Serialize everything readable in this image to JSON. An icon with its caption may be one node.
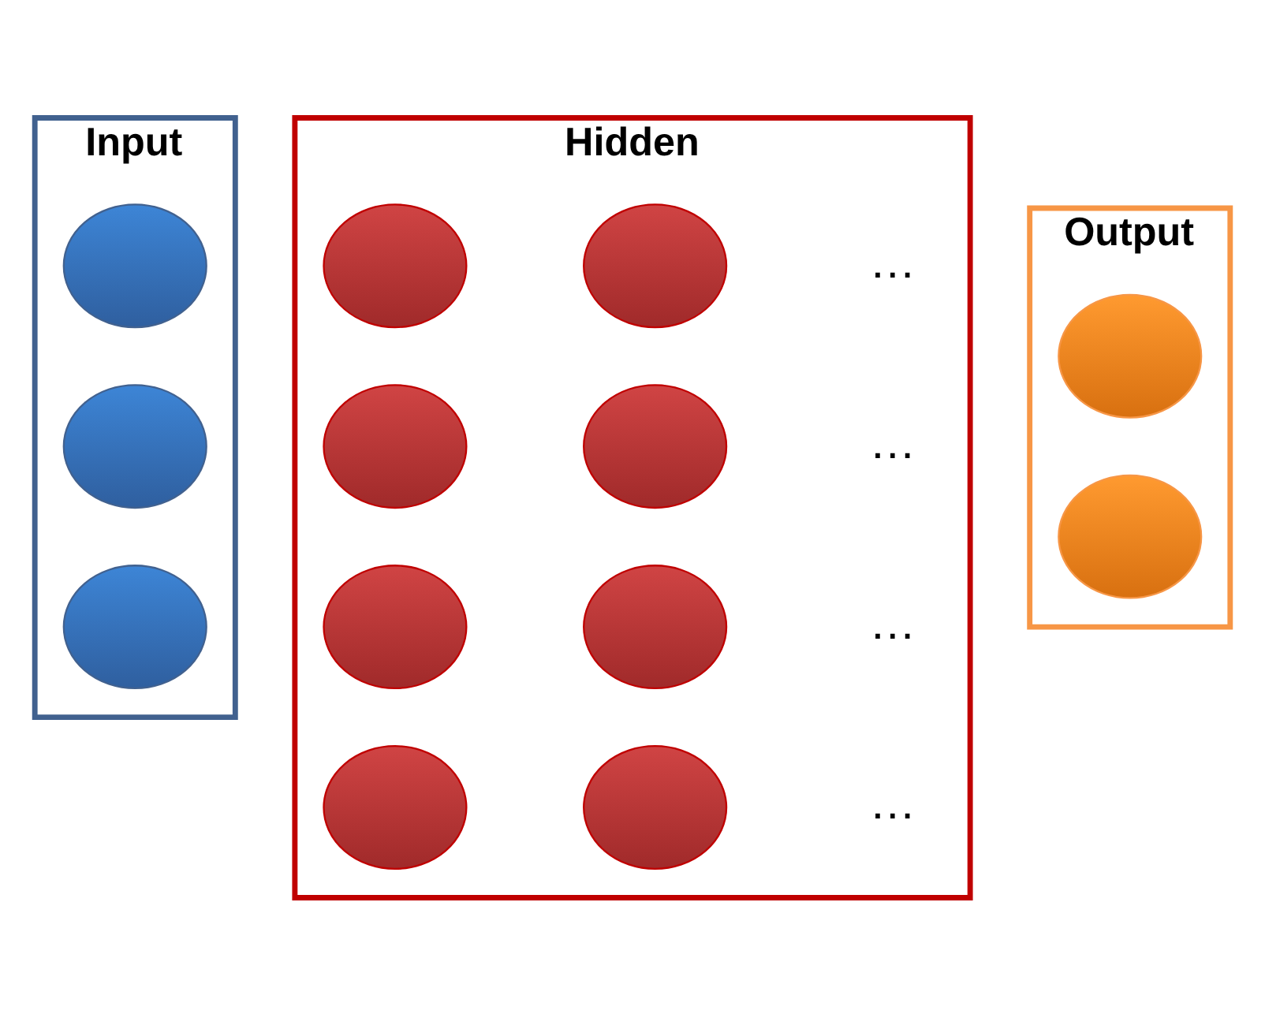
{
  "diagram": {
    "nodes": [
      {
        "text": [
          "Input"
        ]
      },
      {
        "text": [],
        "shape": "circle",
        "in": 0
      },
      {
        "text": [],
        "shape": "circle",
        "in": 0
      },
      {
        "text": [],
        "shape": "circle",
        "in": 0
      },
      {
        "text": [
          "Hidden"
        ]
      },
      {
        "text": [],
        "shape": "circle",
        "in": 4
      },
      {
        "text": [],
        "shape": "circle",
        "in": 4
      },
      {
        "text": [],
        "shape": "circle",
        "in": 4
      },
      {
        "text": [],
        "shape": "circle",
        "in": 4
      },
      {
        "text": [],
        "shape": "circle",
        "in": 4
      },
      {
        "text": [],
        "shape": "circle",
        "in": 4
      },
      {
        "text": [],
        "shape": "circle",
        "in": 4
      },
      {
        "text": [],
        "shape": "circle",
        "in": 4
      },
      {
        "text": [
          "Output"
        ]
      },
      {
        "text": [],
        "shape": "circle",
        "in": 13
      },
      {
        "text": [],
        "shape": "circle",
        "in": 13
      }
    ],
    "edges": [],
    "labels": [
      "…",
      "…",
      "…",
      "…"
    ]
  }
}
